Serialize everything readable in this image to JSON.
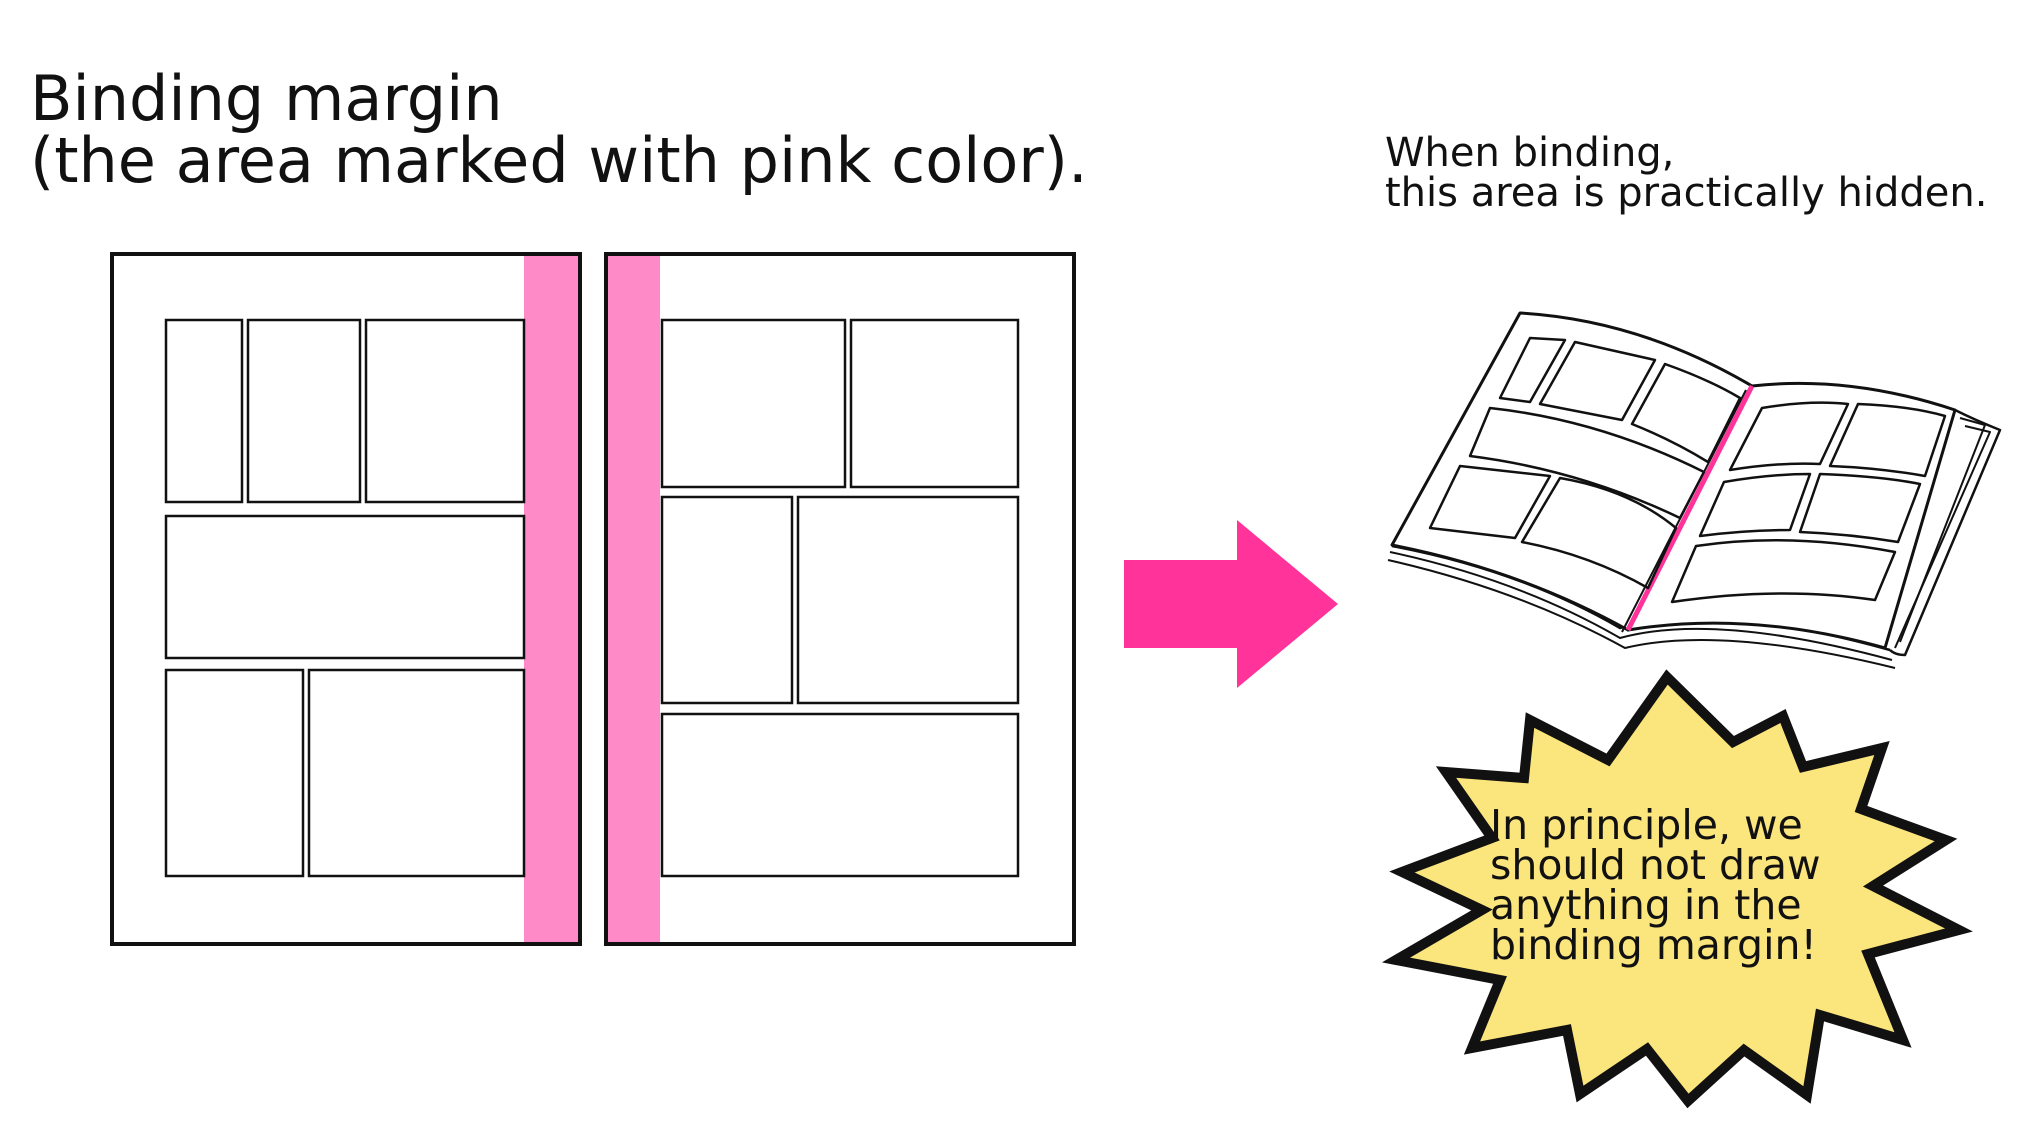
{
  "title": {
    "line1": "Binding margin",
    "line2": "(the area marked with pink color)."
  },
  "note": {
    "line1": "When binding,",
    "line2": "this area is practically hidden."
  },
  "callout": {
    "line1": "In principle, we",
    "line2": "should not draw",
    "line3": "anything in the",
    "line4": "binding margin!"
  },
  "colors": {
    "margin_pink": "#ff8ac8",
    "arrow_pink": "#ff3399",
    "burst_yellow": "#fbe57d",
    "outline": "#111111"
  }
}
